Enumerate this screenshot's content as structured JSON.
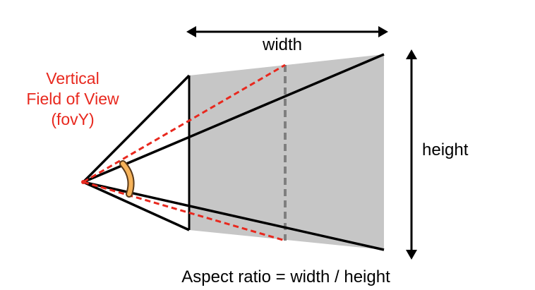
{
  "labels": {
    "width": "width",
    "height": "height",
    "fov_line1": "Vertical",
    "fov_line2": "Field of View",
    "fov_line3": "(fovY)",
    "aspect": "Aspect ratio = width / height"
  },
  "colors": {
    "frustum_fill": "#c6c6c6",
    "edge_lines": "#000000",
    "fov_lines": "#e8281e",
    "fov_text": "#e8281e",
    "angle_arc": "#f6b35a",
    "center_line": "#7f7f7f"
  }
}
